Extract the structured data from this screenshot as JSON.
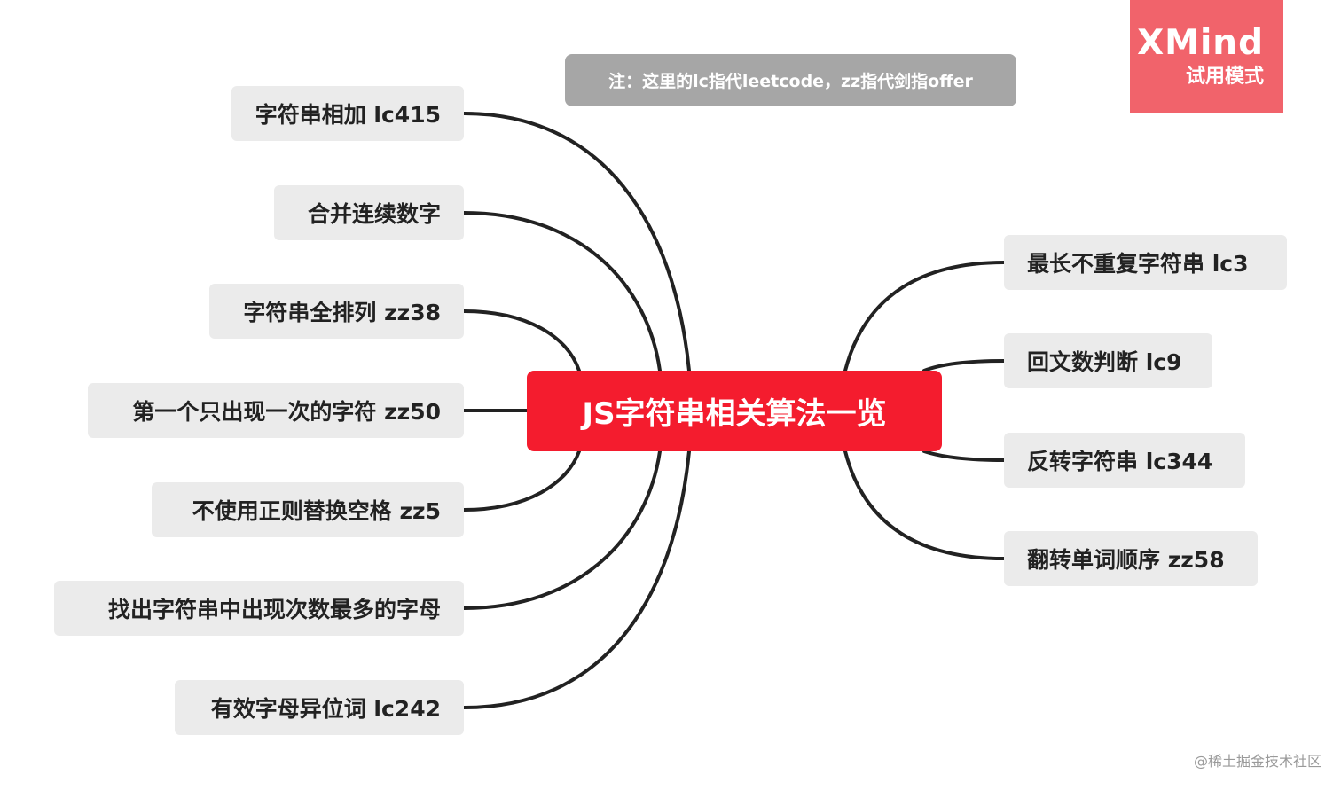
{
  "root": {
    "label": "JS字符串相关算法一览"
  },
  "note": {
    "label": "注：这里的lc指代leetcode，zz指代剑指offer"
  },
  "left_topics": [
    {
      "label": "字符串相加 lc415"
    },
    {
      "label": "合并连续数字"
    },
    {
      "label": "字符串全排列 zz38"
    },
    {
      "label": "第一个只出现一次的字符 zz50"
    },
    {
      "label": "不使用正则替换空格 zz5"
    },
    {
      "label": "找出字符串中出现次数最多的字母"
    },
    {
      "label": "有效字母异位词 lc242"
    }
  ],
  "right_topics": [
    {
      "label": "最长不重复字符串 lc3"
    },
    {
      "label": "回文数判断 lc9"
    },
    {
      "label": "反转字符串 lc344"
    },
    {
      "label": "翻转单词顺序 zz58"
    }
  ],
  "badge": {
    "brand": "XMind",
    "mode": "试用模式"
  },
  "watermark": {
    "label": "@稀土掘金技术社区"
  },
  "colors": {
    "root_fill": "#f41c2e",
    "topic_fill": "#ebebeb",
    "note_fill": "#a6a6a6",
    "badge_fill": "#f1636b",
    "connector": "#222222"
  }
}
